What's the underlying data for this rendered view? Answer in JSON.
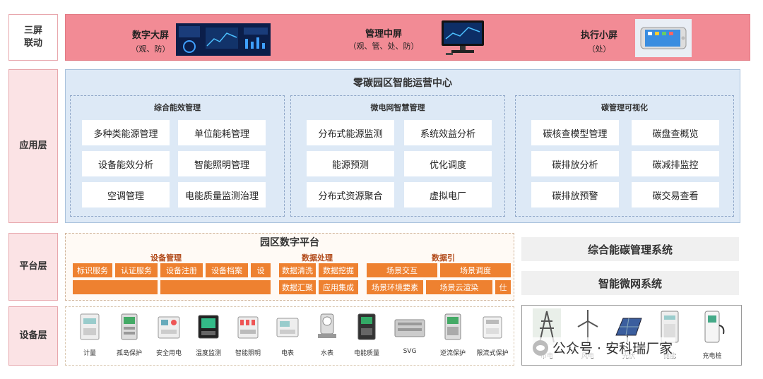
{
  "layers": {
    "linkage": "三屏\n联动",
    "application": "应用层",
    "platform": "平台层",
    "device": "设备层"
  },
  "screens": [
    {
      "title": "数字大屏",
      "sub": "（观、防）"
    },
    {
      "title": "管理中屏",
      "sub": "（观、管、处、防）"
    },
    {
      "title": "执行小屏",
      "sub": "（处）"
    }
  ],
  "application": {
    "title": "零碳园区智能运营中心",
    "groups": [
      {
        "title": "综合能效管理",
        "items": [
          "多种类能源管理",
          "单位能耗管理",
          "设备能效分析",
          "智能照明管理",
          "空调管理",
          "电能质量监测治理"
        ]
      },
      {
        "title": "微电网智慧管理",
        "items": [
          "分布式能源监测",
          "系统效益分析",
          "能源预测",
          "优化调度",
          "分布式资源聚合",
          "虚拟电厂"
        ]
      },
      {
        "title": "碳管理可视化",
        "items": [
          "碳核查模型管理",
          "碳盘查概览",
          "碳排放分析",
          "碳减排监控",
          "碳排放预警",
          "碳交易查看"
        ]
      }
    ]
  },
  "platform": {
    "title": "园区数字平台",
    "device_mgmt": {
      "title": "设备管理",
      "items": [
        "标识服务",
        "认证服务",
        "设备注册",
        "设备档案",
        "设"
      ]
    },
    "data_proc": {
      "title": "数据处理",
      "items": [
        "数据清洗",
        "数据挖掘",
        "数据汇聚",
        "应用集成"
      ]
    },
    "data_engine": {
      "title": "数据引",
      "items": [
        "场景交互",
        "场景调度",
        "场景环境要素",
        "场景云渲染",
        "仕"
      ]
    },
    "systems": [
      "综合能碳管理系统",
      "智能微网系统"
    ]
  },
  "devices": [
    "计量",
    "孤岛保护",
    "安全用电",
    "温度监测",
    "智能照明",
    "电表",
    "水表",
    "电能质量",
    "SVG",
    "逆流保护",
    "限流式保护"
  ],
  "energy": [
    "市电",
    "风电",
    "光伏",
    "储能",
    "充电桩"
  ],
  "watermark": "公众号 · 安科瑞厂家",
  "colors": {
    "pink": "#f28b95",
    "blue": "#dde9f6",
    "orange": "#ee8130"
  },
  "icons": [
    "wechat-icon"
  ]
}
